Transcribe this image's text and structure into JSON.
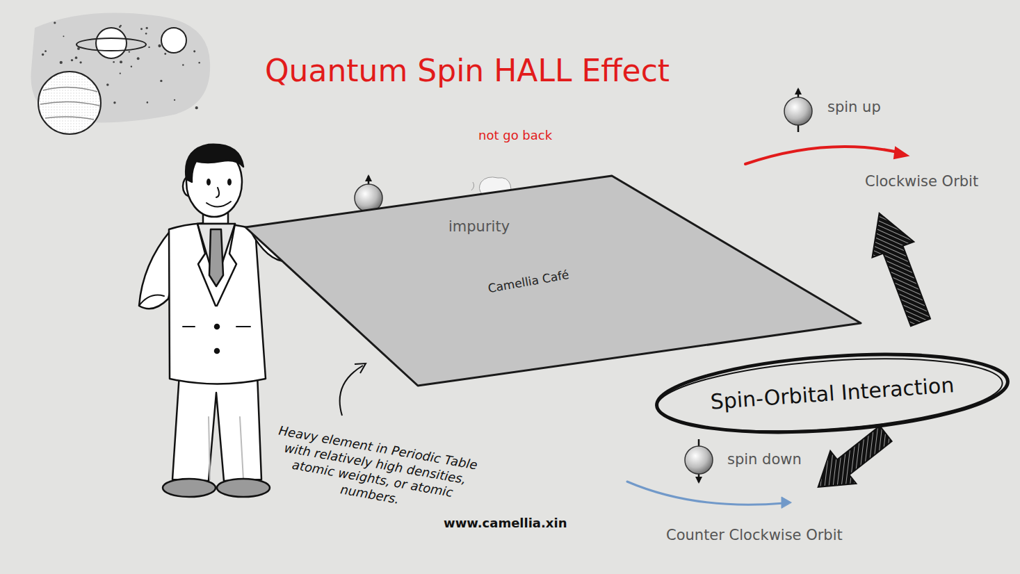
{
  "diagram": {
    "title": "Quantum Spin HALL Effect",
    "nodes": [
      {
        "text": [
          "Camellia Café"
        ]
      },
      {
        "text": [
          "Spin-Orbital Interaction"
        ]
      }
    ],
    "labels": [
      "not go back",
      "impurity",
      "spin up",
      "Clockwise Orbit",
      "spin down",
      "Counter Clockwise Orbit",
      "Heavy element in Periodic Table with relatively high densities, atomic weights, or atomic numbers.",
      "www.camellia.xin"
    ]
  }
}
